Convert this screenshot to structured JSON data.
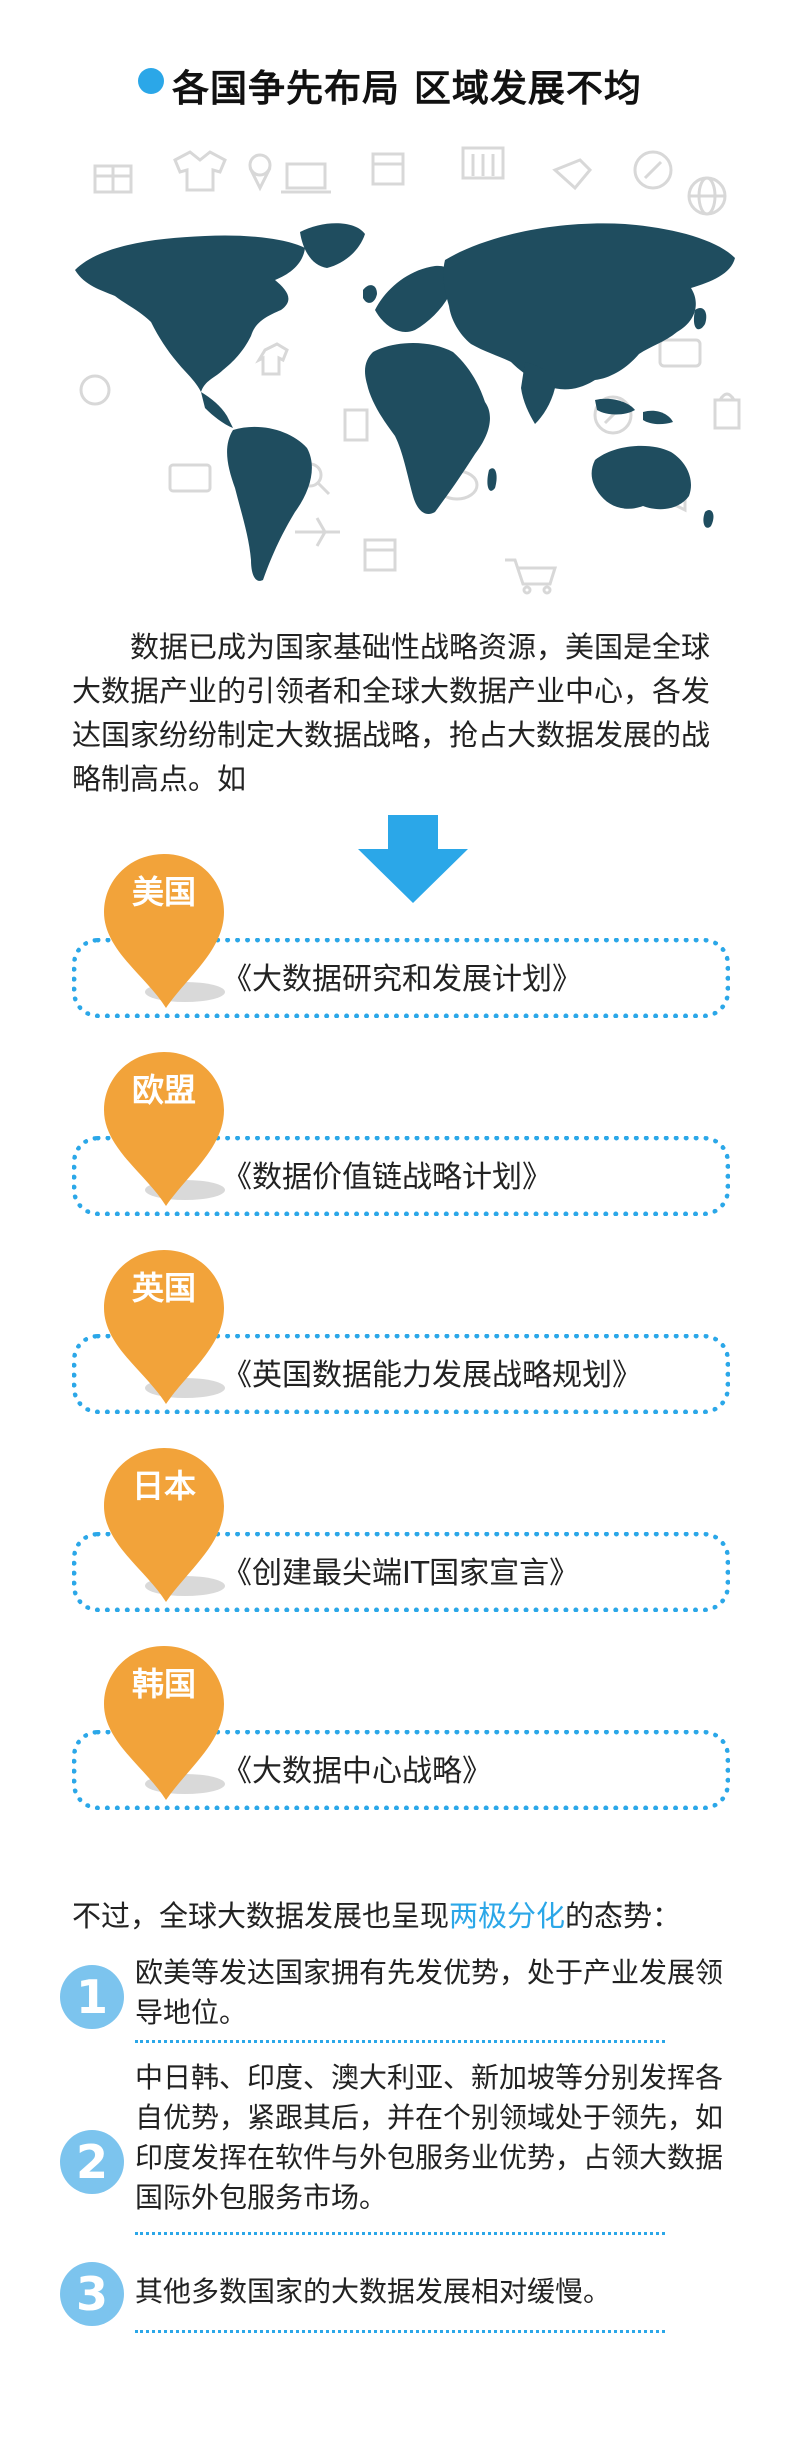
{
  "header": {
    "title": "各国争先布局 区域发展不均"
  },
  "intro": "数据已成为国家基础性战略资源，美国是全球大数据产业的引领者和全球大数据产业中心，各发达国家纷纷制定大数据战略，抢占大数据发展的战略制高点。如",
  "colors": {
    "accent_blue": "#2ba7e8",
    "pin_orange": "#f2a33a",
    "map_dark": "#1f4d5f",
    "circle_blue": "#7cc4ee"
  },
  "strategies": [
    {
      "country": "美国",
      "plan": "《大数据研究和发展计划》"
    },
    {
      "country": "欧盟",
      "plan": "《数据价值链战略计划》"
    },
    {
      "country": "英国",
      "plan": "《英国数据能力发展战略规划》"
    },
    {
      "country": "日本",
      "plan": "《创建最尖端IT国家宣言》"
    },
    {
      "country": "韩国",
      "plan": "《大数据中心战略》"
    }
  ],
  "trend": {
    "before": "不过，全球大数据发展也呈现",
    "highlight": "两极分化",
    "after": "的态势："
  },
  "points": [
    {
      "number": "1",
      "text": "欧美等发达国家拥有先发优势，处于产业发展领导地位。"
    },
    {
      "number": "2",
      "text": "中日韩、印度、澳大利亚、新加坡等分别发挥各自优势，紧跟其后，并在个别领域处于领先，如印度发挥在软件与外包服务业优势，占领大数据国际外包服务市场。"
    },
    {
      "number": "3",
      "text": "其他多数国家的大数据发展相对缓慢。"
    }
  ]
}
